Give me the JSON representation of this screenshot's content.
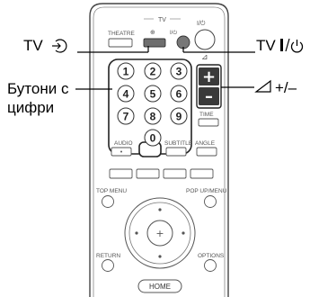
{
  "labels": {
    "tv_input": "TV",
    "tv_power": "TV",
    "number_buttons_line1": "Бутони с",
    "number_buttons_line2": "цифри",
    "volume": "+/–"
  },
  "remote": {
    "top_group_label": "TV",
    "theatre_label": "THEATRE",
    "power_label": "I/⏻",
    "digits": [
      "1",
      "2",
      "3",
      "4",
      "5",
      "6",
      "7",
      "8",
      "9",
      "0"
    ],
    "time_label": "TIME",
    "audio_label": "AUDIO",
    "subtitle_label": "SUBTITLE",
    "angle_label": "ANGLE",
    "top_menu_label": "TOP MENU",
    "popup_menu_label": "POP UP/MENU",
    "return_label": "RETURN",
    "options_label": "OPTIONS",
    "home_label": "HOME",
    "vol_plus": "+",
    "vol_minus": "–"
  }
}
